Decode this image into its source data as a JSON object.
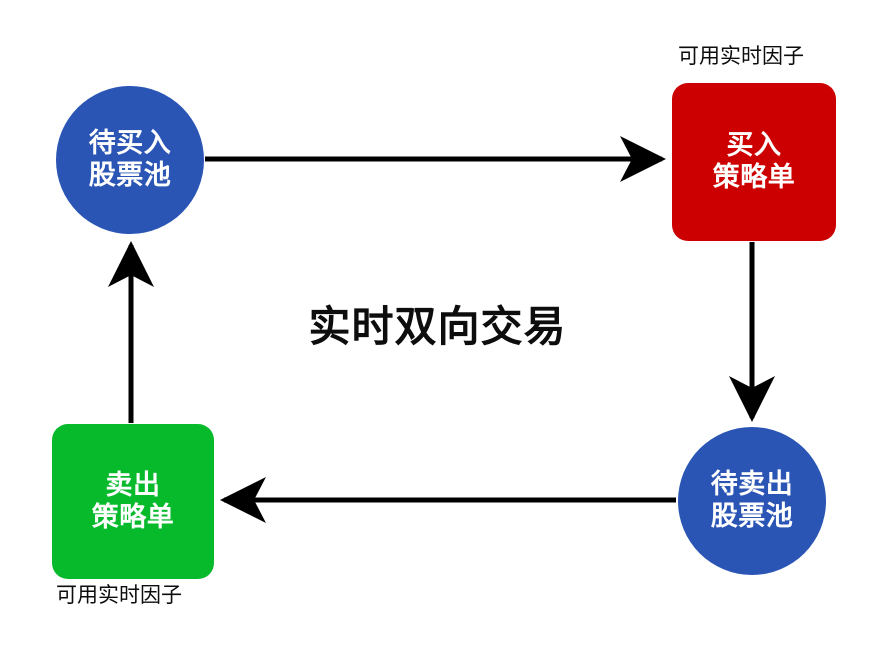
{
  "diagram": {
    "title": "实时双向交易",
    "background_color": "#ffffff",
    "edge_color": "#000000",
    "nodes": [
      {
        "id": "pool-buy",
        "shape": "circle",
        "color": "#2b55b5",
        "text_color": "#ffffff",
        "line1": "待买入",
        "line2": "股票池"
      },
      {
        "id": "order-buy",
        "shape": "rounded-rect",
        "color": "#cc0000",
        "text_color": "#ffffff",
        "line1": "买入",
        "line2": "策略单",
        "caption": "可用实时因子"
      },
      {
        "id": "pool-sell",
        "shape": "circle",
        "color": "#2b55b5",
        "text_color": "#ffffff",
        "line1": "待卖出",
        "line2": "股票池"
      },
      {
        "id": "order-sell",
        "shape": "rounded-rect",
        "color": "#07ba2c",
        "text_color": "#ffffff",
        "line1": "卖出",
        "line2": "策略单",
        "caption": "可用实时因子"
      }
    ],
    "edges": [
      {
        "id": "edge-top",
        "from": "pool-buy",
        "to": "order-buy",
        "direction": "right"
      },
      {
        "id": "edge-right",
        "from": "order-buy",
        "to": "pool-sell",
        "direction": "down"
      },
      {
        "id": "edge-bottom",
        "from": "pool-sell",
        "to": "order-sell",
        "direction": "left"
      },
      {
        "id": "edge-left",
        "from": "order-sell",
        "to": "pool-buy",
        "direction": "up"
      }
    ]
  }
}
